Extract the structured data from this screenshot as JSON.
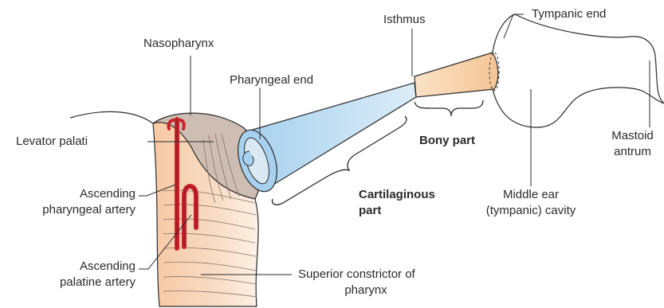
{
  "labels": {
    "nasopharynx": "Nasopharynx",
    "pharyngeal_end": "Pharyngeal end",
    "isthmus": "Isthmus",
    "tympanic_end": "Tympanic end",
    "levator_palati": "Levator palati",
    "ascending_pharyngeal_artery_1": "Ascending",
    "ascending_pharyngeal_artery_2": "pharyngeal artery",
    "ascending_palatine_artery_1": "Ascending",
    "ascending_palatine_artery_2": "palatine artery",
    "bony_part": "Bony part",
    "cartilaginous_part_1": "Cartilaginous",
    "cartilaginous_part_2": "part",
    "middle_ear_1": "Middle ear",
    "middle_ear_2": "(tympanic) cavity",
    "mastoid_antrum_1": "Mastoid",
    "mastoid_antrum_2": "antrum",
    "superior_constrictor_1": "Superior constrictor of",
    "superior_constrictor_2": "pharynx"
  },
  "colors": {
    "cartilage_tube": "#a9d3ee",
    "bony_tube": "#f6cfa3",
    "muscle": "#f4c49e",
    "nasopharynx_wall": "#cdbdb2",
    "artery": "#c8232c",
    "outline": "#2b2b2b"
  }
}
